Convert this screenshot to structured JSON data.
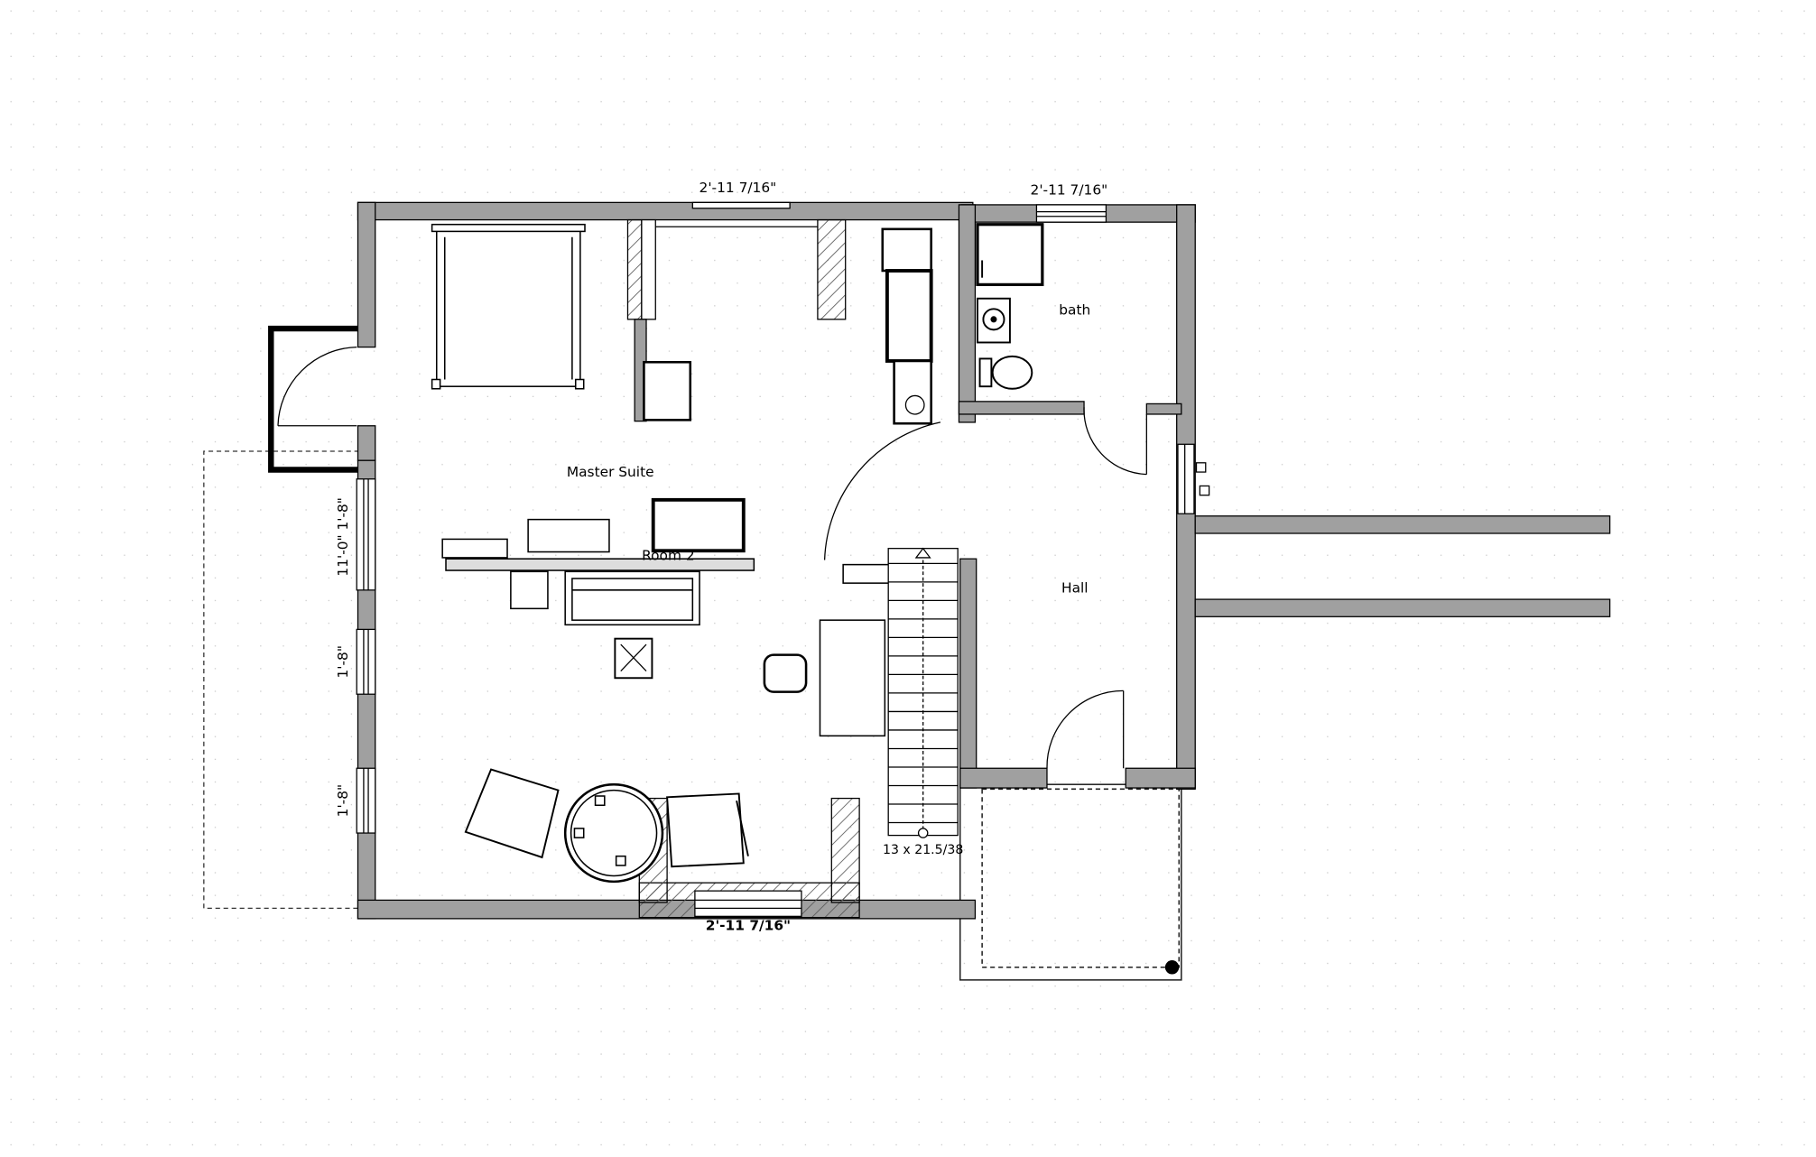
{
  "rooms": {
    "master": "Master Suite",
    "room2": "Room 2",
    "bath": "bath",
    "hall": "Hall"
  },
  "dimensions": {
    "top_left_window": "2'-11 7/16\"",
    "top_right_window": "2'-11 7/16\"",
    "bottom_window": "2'-11 7/16\"",
    "left_window_1": "11'-0\" 1'-8\"",
    "left_window_2": "1'-8\"",
    "left_window_3": "1'-8\"",
    "stair_spec": "13 x 21.5/38"
  }
}
